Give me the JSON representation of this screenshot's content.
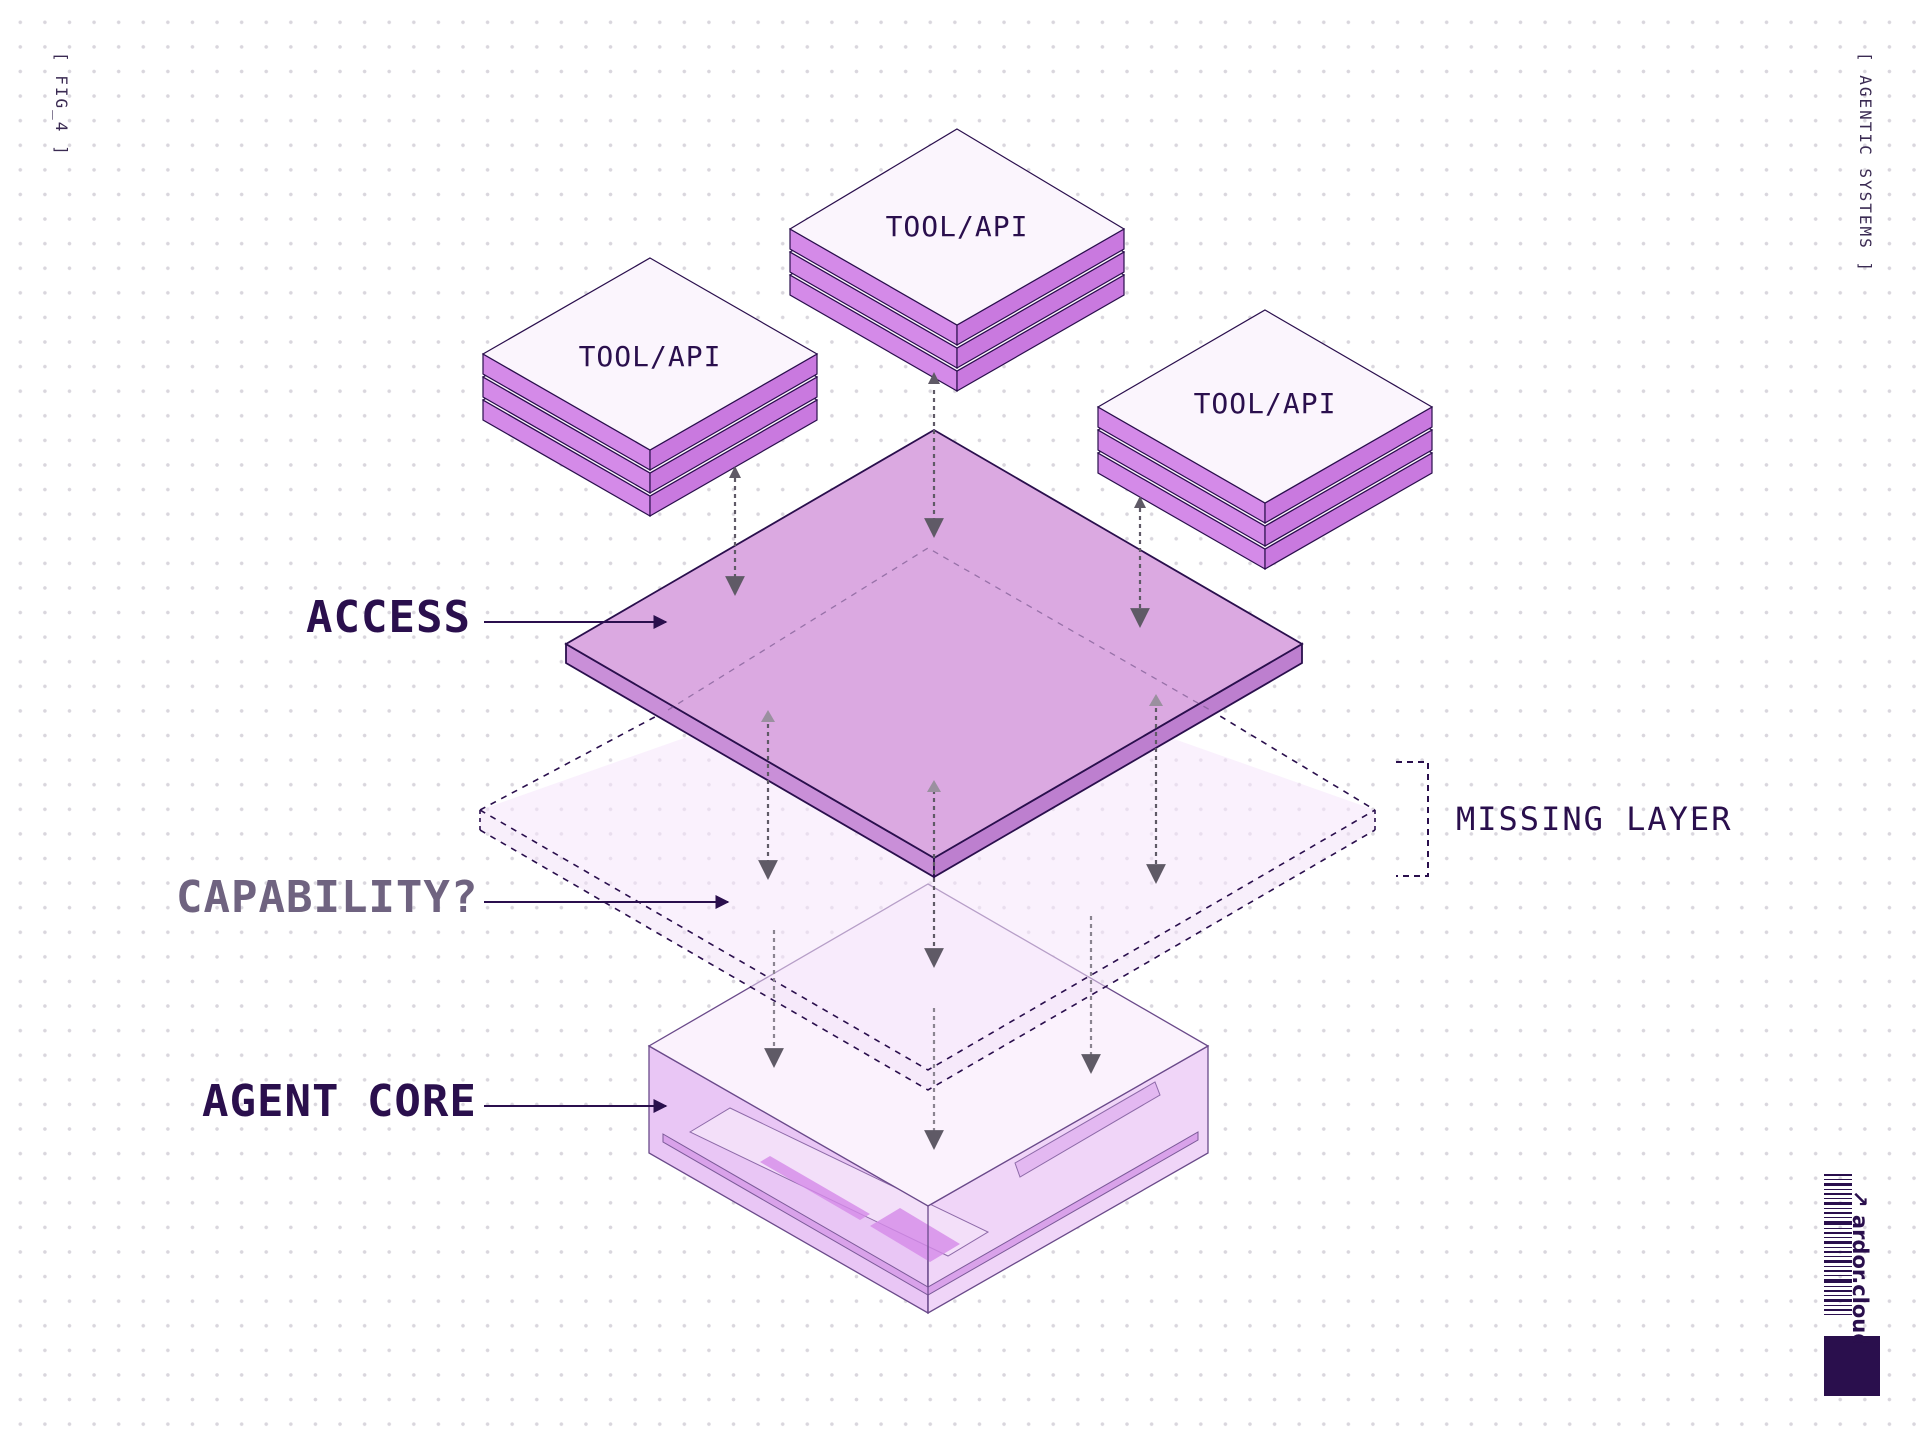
{
  "corner_tags": {
    "left": "[ FIG_4 ]",
    "right": "[ AGENTIC SYSTEMS ]"
  },
  "layers": {
    "access": "ACCESS",
    "capability": "CAPABILITY?",
    "agent_core": "AGENT CORE"
  },
  "missing_layer": "MISSING LAYER",
  "tools": [
    "TOOL/API",
    "TOOL/API",
    "TOOL/API"
  ],
  "brand": {
    "text": "↗ ardor.cloud",
    "icon": "barcode-icon"
  },
  "colors": {
    "ink": "#2a0f4d",
    "access_fill": "#dba9e1",
    "access_side": "#c78ad6",
    "tool_top": "#fbf5fd",
    "tool_slab": "#d48ae8",
    "core_fill": "#eccbf6",
    "accent": "#d48ae8"
  }
}
